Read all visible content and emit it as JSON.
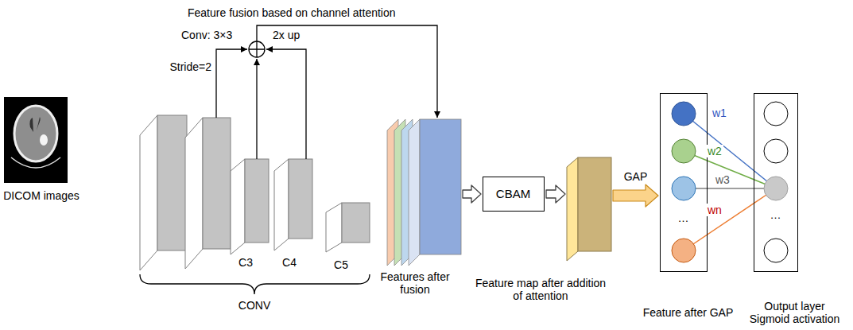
{
  "diagram": {
    "nodes": [
      {
        "text": [
          "DICOM images"
        ]
      },
      {
        "text": [
          "C3"
        ]
      },
      {
        "text": [
          "C4"
        ]
      },
      {
        "text": [
          "C5"
        ]
      },
      {
        "text": [
          "Features after fusion"
        ]
      },
      {
        "text": [
          "CBAM"
        ]
      },
      {
        "text": [
          "Feature map after addition of attention"
        ]
      },
      {
        "text": [
          "…",
          "Feature after GAP"
        ]
      },
      {
        "text": [
          "…",
          "Output layer Sigmoid activation"
        ]
      }
    ],
    "edges": [
      {
        "from": 4,
        "to": 5,
        "arrow": "to"
      },
      {
        "from": 5,
        "to": 6,
        "arrow": "to"
      },
      {
        "from": 6,
        "to": 7,
        "label": "GAP",
        "arrow": "to"
      }
    ],
    "labels": [
      "Feature fusion based on channel attention",
      "Conv: 3×3",
      "Stride=2",
      "2x up",
      "CONV",
      "w1",
      "w2",
      "w3",
      "wn"
    ]
  }
}
